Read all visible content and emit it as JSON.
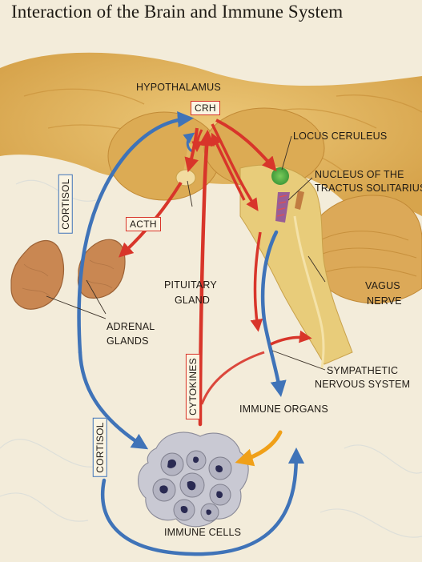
{
  "title": "Interaction of the Brain and Immune System",
  "labels": {
    "hypothalamus": "HYPOTHALAMUS",
    "crh": "CRH",
    "locus_ceruleus": "LOCUS CERULEUS",
    "nucleus_line1": "NUCLEUS OF THE",
    "nucleus_line2": "TRACTUS SOLITARIUS",
    "acth": "ACTH",
    "cortisol_top": "CORTISOL",
    "cortisol_bottom": "CORTISOL",
    "pituitary_line1": "PITUITARY",
    "pituitary_line2": "GLAND",
    "vagus_line1": "VAGUS",
    "vagus_line2": "NERVE",
    "adrenal_line1": "ADRENAL",
    "adrenal_line2": "GLANDS",
    "cytokines": "CYTOKINES",
    "sympathetic_line1": "SYMPATHETIC",
    "sympathetic_line2": "NERVOUS SYSTEM",
    "immune_organs": "IMMUNE ORGANS",
    "immune_cells": "IMMUNE CELLS"
  },
  "colors": {
    "background": "#f3ecda",
    "brain": "#e2b864",
    "brain_dark": "#c9923a",
    "adrenal": "#c98752",
    "red_pathway": "#d8352a",
    "blue_pathway": "#3f73b8",
    "locus_ceruleus": "#56b048",
    "immune_cells": "#9a9aa8",
    "orange_arrow": "#f0a018"
  }
}
